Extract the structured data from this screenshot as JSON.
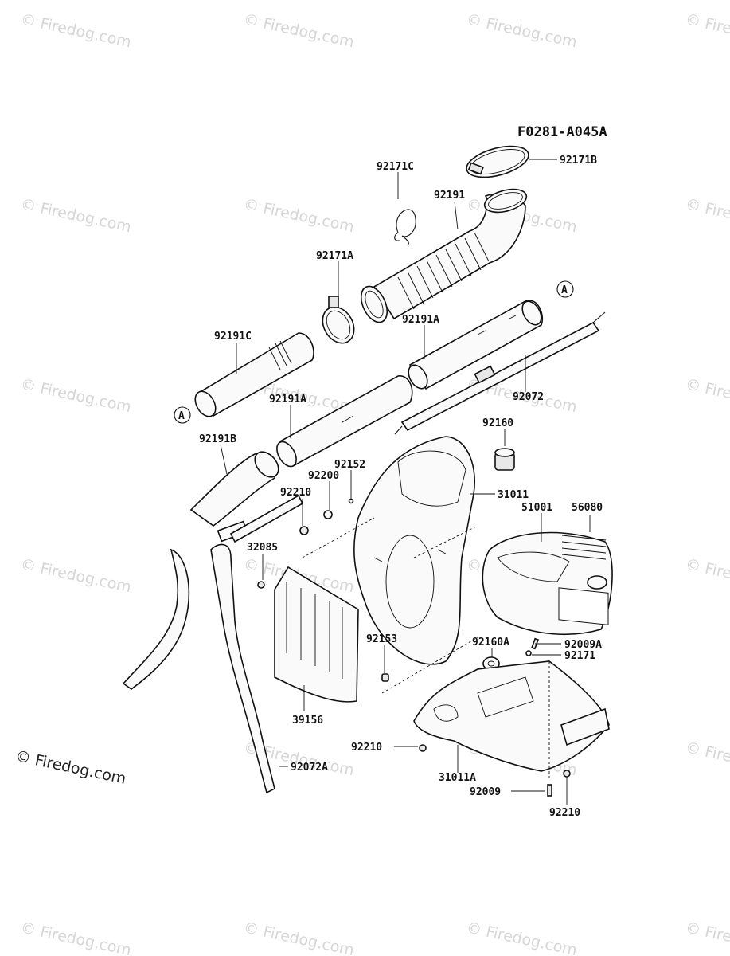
{
  "diagram": {
    "code": "F0281-A045A",
    "watermark": "© Firedog.com",
    "callout_ref": "A",
    "parts": [
      {
        "id": "p92171B",
        "label": "92171B"
      },
      {
        "id": "p92171C",
        "label": "92171C"
      },
      {
        "id": "p92191",
        "label": "92191"
      },
      {
        "id": "p92171A",
        "label": "92171A"
      },
      {
        "id": "p92191A_top",
        "label": "92191A"
      },
      {
        "id": "p92191C",
        "label": "92191C"
      },
      {
        "id": "p92072",
        "label": "92072"
      },
      {
        "id": "p92191A_mid",
        "label": "92191A"
      },
      {
        "id": "p92160",
        "label": "92160"
      },
      {
        "id": "p92191B",
        "label": "92191B"
      },
      {
        "id": "p92152",
        "label": "92152"
      },
      {
        "id": "p92200",
        "label": "92200"
      },
      {
        "id": "p92210_a",
        "label": "92210"
      },
      {
        "id": "p31011",
        "label": "31011"
      },
      {
        "id": "p51001",
        "label": "51001"
      },
      {
        "id": "p56080",
        "label": "56080"
      },
      {
        "id": "p32085",
        "label": "32085"
      },
      {
        "id": "p92160A",
        "label": "92160A"
      },
      {
        "id": "p92009A",
        "label": "92009A"
      },
      {
        "id": "p92153",
        "label": "92153"
      },
      {
        "id": "p92171",
        "label": "92171"
      },
      {
        "id": "p39156",
        "label": "39156"
      },
      {
        "id": "p92210_b",
        "label": "92210"
      },
      {
        "id": "p31011A",
        "label": "31011A"
      },
      {
        "id": "p92009",
        "label": "92009"
      },
      {
        "id": "p92210_c",
        "label": "92210"
      },
      {
        "id": "p92072A",
        "label": "92072A"
      }
    ]
  }
}
